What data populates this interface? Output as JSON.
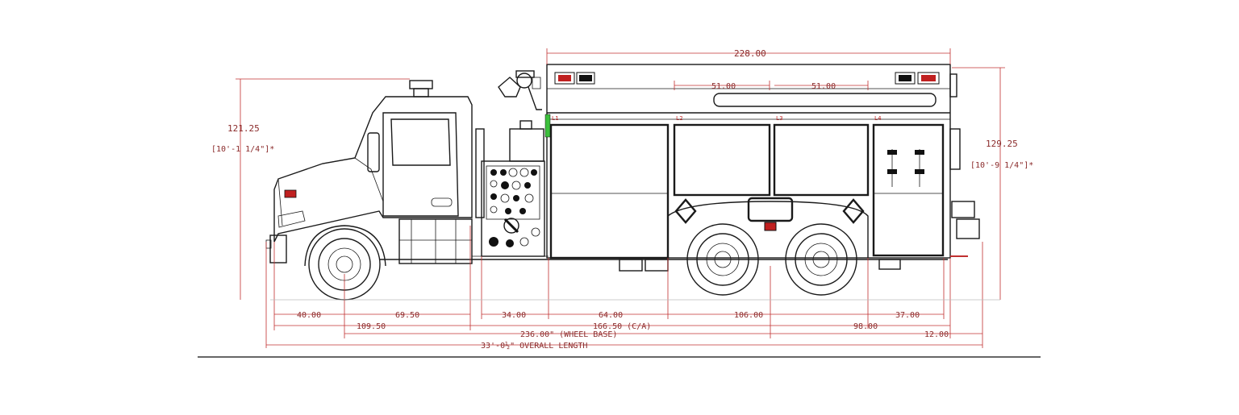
{
  "dimensions": {
    "top_length": "228.00",
    "height_left": "121.25",
    "height_left_ft": "[10'-1 1/4\"]*",
    "height_right": "129.25",
    "height_right_ft": "[10'-9 1/4\"]*",
    "upper_span_1": "51.00",
    "upper_span_2": "51.00",
    "front_overhang": "40.00",
    "axle_to_cab": "69.50",
    "gap_to_body": "34.00",
    "compartment_length": "64.00",
    "wheel_span": "106.00",
    "rear_compartment": "37.00",
    "front_to_back_of_cab": "109.50",
    "ca": "166.50 (C/A)",
    "rear_to_end": "98.00",
    "wheelbase": "236.00\" (WHEEL BASE)",
    "rear_step": "12.00",
    "overall_length": "33'-0½\" OVERALL LENGTH"
  },
  "compartment_labels": [
    "L1",
    "L2",
    "L3",
    "L4"
  ]
}
